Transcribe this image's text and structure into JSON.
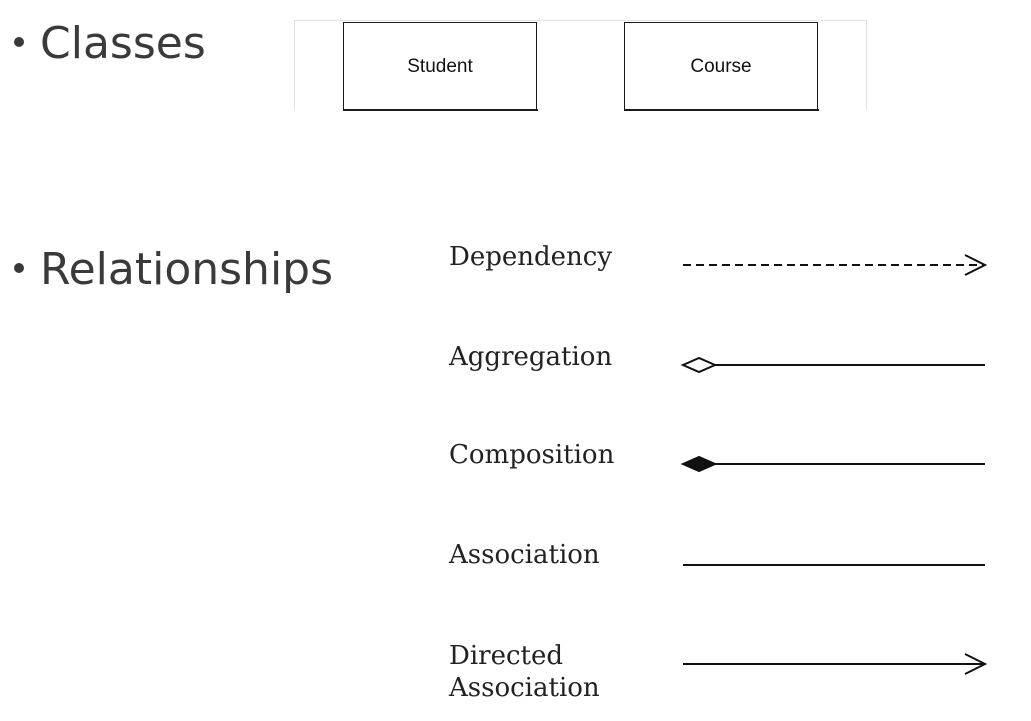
{
  "bullets": {
    "classes": "Classes",
    "relationships": "Relationships"
  },
  "classes": [
    {
      "name": "Student"
    },
    {
      "name": "Course"
    }
  ],
  "relationships": [
    {
      "label": "Dependency",
      "line": "dashed",
      "head": "open-arrow",
      "tail": "none"
    },
    {
      "label": "Aggregation",
      "line": "solid",
      "head": "none",
      "tail": "hollow-diamond"
    },
    {
      "label": "Composition",
      "line": "solid",
      "head": "none",
      "tail": "filled-diamond"
    },
    {
      "label": "Association",
      "line": "solid",
      "head": "none",
      "tail": "none"
    },
    {
      "label": "Directed Association",
      "label_lines": [
        "Directed",
        "Association"
      ],
      "line": "solid",
      "head": "open-arrow",
      "tail": "none"
    }
  ],
  "colors": {
    "text": "#3a3a3a",
    "line": "#111111"
  }
}
